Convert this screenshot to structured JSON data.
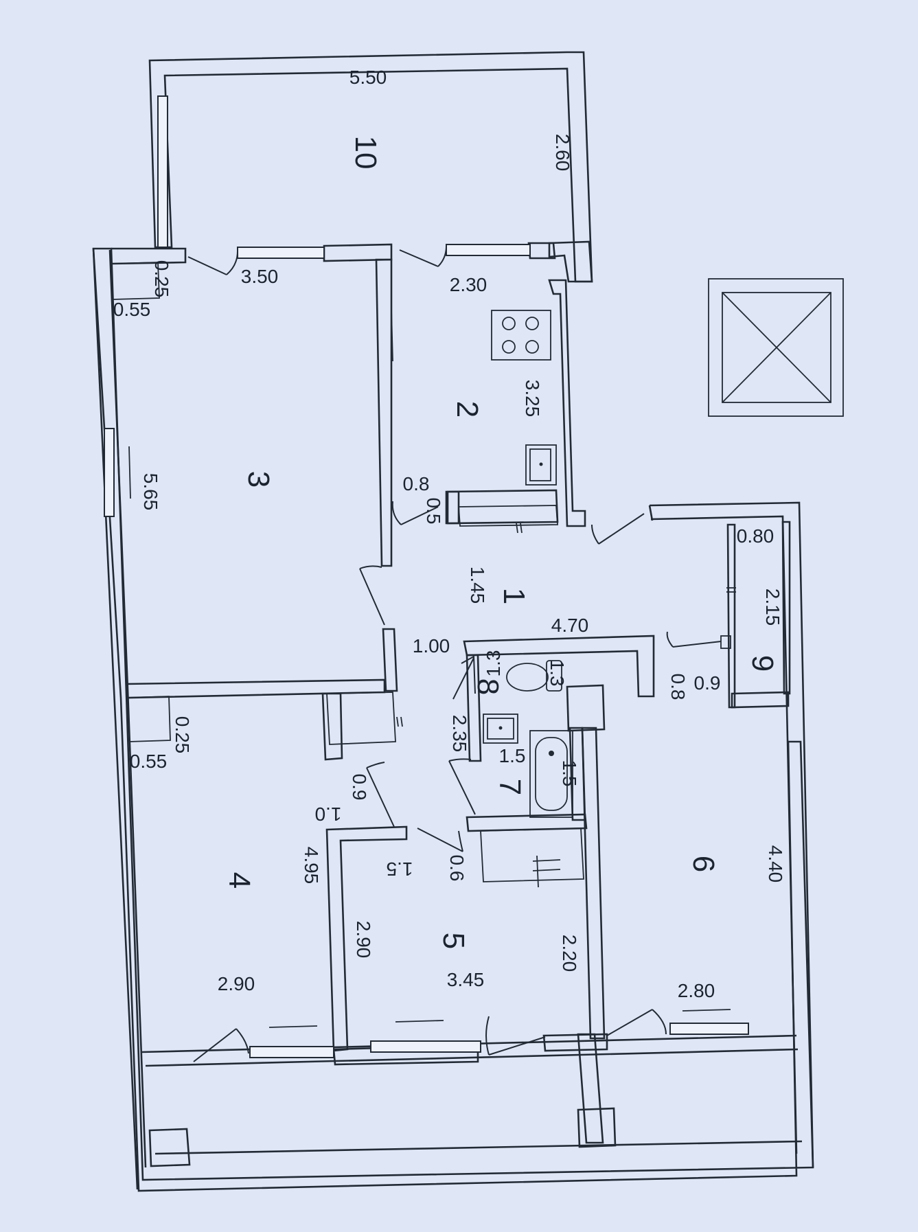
{
  "plan": {
    "rooms": [
      {
        "id": "1",
        "label": "1"
      },
      {
        "id": "2",
        "label": "2"
      },
      {
        "id": "3",
        "label": "3"
      },
      {
        "id": "4",
        "label": "4"
      },
      {
        "id": "5",
        "label": "5"
      },
      {
        "id": "6",
        "label": "6"
      },
      {
        "id": "7",
        "label": "7"
      },
      {
        "id": "8",
        "label": "8"
      },
      {
        "id": "9",
        "label": "9"
      },
      {
        "id": "10",
        "label": "10"
      }
    ],
    "dimensions": {
      "r10_width": "5.50",
      "r10_depth": "2.60",
      "r3_width": "3.50",
      "r3_length": "5.65",
      "r3_niche_a": "0.25",
      "r3_niche_b": "0.55",
      "r2_width": "2.30",
      "r2_length": "3.25",
      "r2_a": "0.8",
      "r2_b": "0.5",
      "r1_length": "4.70",
      "r1_width": "1.45",
      "r1_a": "1.00",
      "r8_w": "1.3",
      "r8_d": "1.3",
      "r7_a": "2.35",
      "r7_b": "1.5",
      "r7_c": "1.5",
      "r9_a": "0.80",
      "r9_b": "2.15",
      "r9_c": "0.9",
      "r9_d": "0.8",
      "r4_niche_a": "0.25",
      "r4_niche_b": "0.55",
      "r4_length": "4.95",
      "r4_width": "2.90",
      "r4_a": "0.9",
      "r4_b": "1.0",
      "r5_length": "2.90",
      "r5_width": "3.45",
      "r5_a": "1.5",
      "r5_b": "0.6",
      "r6_length": "4.40",
      "r6_width": "2.80",
      "corr_len": "2.20"
    }
  },
  "icons": [
    "stove-icon",
    "sink-icon",
    "washbasin-icon",
    "toilet-icon",
    "bathtub-icon",
    "vent-shaft-icon"
  ],
  "colors": {
    "paper": "#dfe7f6",
    "ink": "#222a36"
  }
}
